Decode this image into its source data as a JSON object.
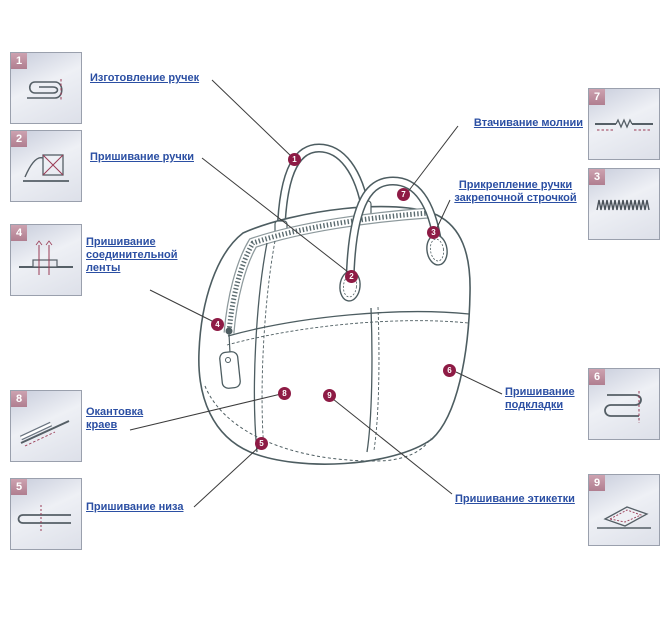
{
  "steps": [
    {
      "num": "1",
      "label": "Изготовление ручек",
      "icon": "rolled-handle-diagram-icon"
    },
    {
      "num": "2",
      "label": "Пришивание ручки",
      "icon": "box-x-stitch-diagram-icon"
    },
    {
      "num": "4",
      "label": "Пришивание соединительной ленты",
      "icon": "joining-tape-diagram-icon"
    },
    {
      "num": "8",
      "label": "Окантовка краев",
      "icon": "edge-binding-diagram-icon"
    },
    {
      "num": "5",
      "label": "Пришивание низа",
      "icon": "bottom-seam-diagram-icon"
    },
    {
      "num": "7",
      "label": "Втачивание молнии",
      "icon": "zipper-insertion-diagram-icon"
    },
    {
      "num": "3",
      "label": "Прикрепление ручки закрепочной строчкой",
      "icon": "bartack-stitch-diagram-icon"
    },
    {
      "num": "6",
      "label": "Пришивание подкладки",
      "icon": "lining-seam-diagram-icon"
    },
    {
      "num": "9",
      "label": "Пришивание этикетки",
      "icon": "label-stitch-diagram-icon"
    }
  ],
  "colors": {
    "label_blue": "#2b4fa3",
    "marker_maroon": "#8e1b45",
    "badge_rose": "#b98a9b",
    "bag_outline": "#4d5d61",
    "connector_line": "#3b3b3b"
  }
}
